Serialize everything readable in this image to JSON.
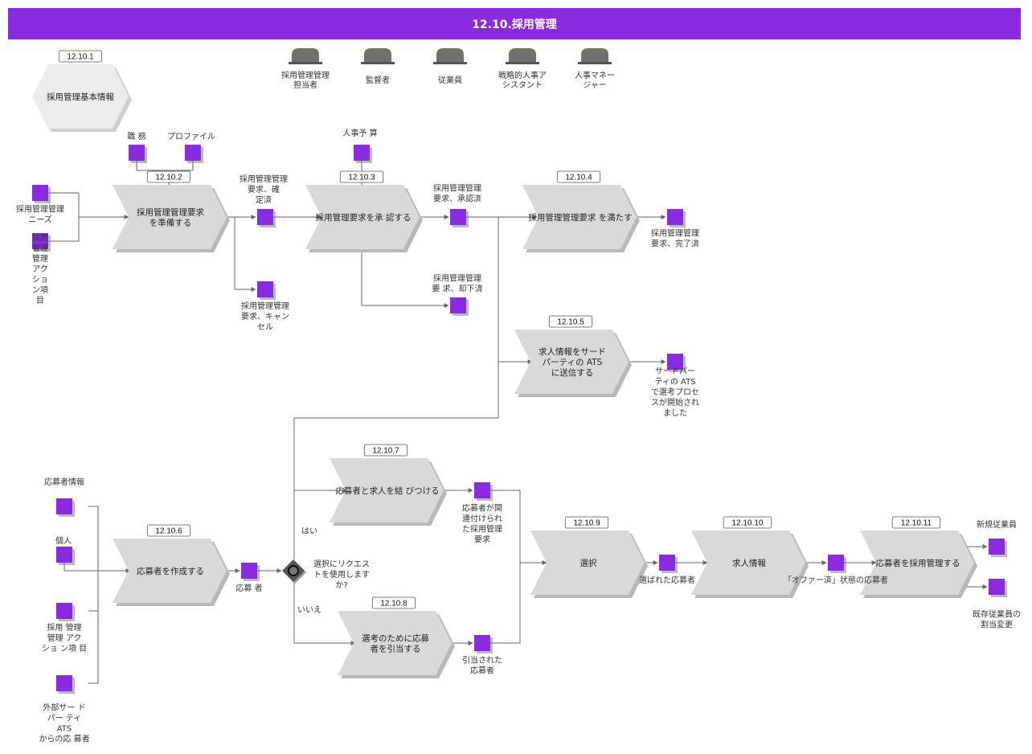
{
  "title": "12.10.採用管理",
  "colors": {
    "banner": "#8a2be2",
    "event": "#8a2be2",
    "process": "#d9d9d9",
    "role": "#707070",
    "connector": "#666666"
  },
  "master_data": {
    "id": "12.10.1",
    "label": "採用管理基本情報"
  },
  "roles": [
    {
      "label": [
        "採用管理管理",
        "担当者"
      ],
      "icon": "person-icon"
    },
    {
      "label": [
        "監督者"
      ],
      "icon": "person-icon"
    },
    {
      "label": [
        "従業員"
      ],
      "icon": "person-icon"
    },
    {
      "label": [
        "戦略的人事ア",
        "シスタント"
      ],
      "icon": "person-icon"
    },
    {
      "label": [
        "人事マネー",
        "ジャー"
      ],
      "icon": "person-icon"
    }
  ],
  "processes": [
    {
      "id": "12.10.2",
      "label": [
        "採用管理管理要求",
        "を準備する"
      ]
    },
    {
      "id": "12.10.3",
      "label": [
        "採用管理要求を承 認する"
      ]
    },
    {
      "id": "12.10.4",
      "label": [
        "採用管理管理要求 を満たす"
      ]
    },
    {
      "id": "12.10.5",
      "label": [
        "求人情報をサード",
        "パーティの ATS",
        "に送信する"
      ]
    },
    {
      "id": "12.10.6",
      "label": [
        "応募者を作成する"
      ]
    },
    {
      "id": "12.10.7",
      "label": [
        "応募者と求人を結 びつける"
      ]
    },
    {
      "id": "12.10.8",
      "label": [
        "選考のために応募",
        "者を引当する"
      ]
    },
    {
      "id": "12.10.9",
      "label": [
        "選択"
      ]
    },
    {
      "id": "12.10.10",
      "label": [
        "求人情報"
      ]
    },
    {
      "id": "12.10.11",
      "label": [
        "応募者を採用管理する"
      ]
    }
  ],
  "events": [
    {
      "label": [
        "職 務"
      ]
    },
    {
      "label": [
        "プロファイル"
      ]
    },
    {
      "label": [
        "採用管理管理",
        "ニーズ"
      ]
    },
    {
      "label": [
        "採用",
        "管理",
        "管理",
        "アク",
        "ショ",
        "ン項",
        "目"
      ]
    },
    {
      "label": [
        "採用管理管理",
        "要求、確",
        "定済"
      ]
    },
    {
      "label": [
        "採用管理管理",
        "要求、キャン",
        "セル"
      ]
    },
    {
      "label": [
        "人事予 算"
      ]
    },
    {
      "label": [
        "採用管理管理",
        "要求、承認済"
      ]
    },
    {
      "label": [
        "採用管理管理",
        "要 求、却下済"
      ]
    },
    {
      "label": [
        "採用管理管理",
        "要求、完了済"
      ]
    },
    {
      "label": [
        "サードパー",
        "ティの ATS",
        "で選考プロセ",
        "スが開始され",
        "ました"
      ]
    },
    {
      "label": [
        "応募者情報"
      ]
    },
    {
      "label": [
        "個人"
      ]
    },
    {
      "label": [
        "採用 管理",
        "管理 アク",
        "ショ ン項 目"
      ]
    },
    {
      "label": [
        "外部サー ド",
        "パー ティ",
        "ATS",
        "からの応 募者"
      ]
    },
    {
      "label": [
        "応募 者"
      ]
    },
    {
      "label": [
        "応募者が関",
        "連付けられ",
        "た採用管理",
        "要求"
      ]
    },
    {
      "label": [
        "引当された",
        "応募者"
      ]
    },
    {
      "label": [
        "選ばれた応募者"
      ]
    },
    {
      "label": [
        "「オファー済」状態の応募者"
      ]
    },
    {
      "label": [
        "新規従業員"
      ]
    },
    {
      "label": [
        "既存従業員の",
        "割当変更"
      ]
    }
  ],
  "gateway": {
    "question": [
      "選択にリクエス",
      "トを使用します",
      "か?"
    ],
    "yes": "はい",
    "no": "いいえ"
  }
}
